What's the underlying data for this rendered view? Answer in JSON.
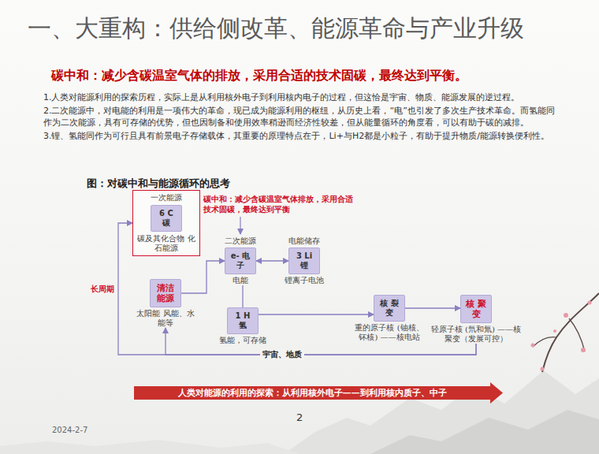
{
  "diagram": {
    "title": "一、大重构：供给侧改革、能源革命与产业升级",
    "caption": "图：对碳中和与能源循环的思考",
    "nodes": [
      {
        "text": [
          "一次能源",
          "碳及其化合物 化石能源"
        ]
      },
      {
        "text": [
          "6 C 碳"
        ],
        "in": 0
      },
      {
        "text": [
          "二次能源",
          "e- 电子",
          "电能"
        ]
      },
      {
        "text": [
          "电能储存",
          "3 Li 锂",
          "锂离子电池"
        ]
      },
      {
        "text": [
          "1 H 氢",
          "氢能，可存储"
        ]
      },
      {
        "text": [
          "清洁 能源",
          "太阳能 风能、水能等"
        ]
      },
      {
        "text": [
          "核 裂变",
          "重的原子核 (铀核、钚核) ——核电站"
        ]
      },
      {
        "text": [
          "核 聚变",
          "轻原子核 (氘和氚) ——核聚变（发展可控）"
        ]
      },
      {
        "text": [
          "人类对能源的利用的探索：从利用核外电子——到利用核内质子、中子"
        ]
      }
    ],
    "edges": [
      {
        "from": 5,
        "to": 2,
        "arrow": "to"
      },
      {
        "from": 2,
        "to": 3,
        "arrow": "both"
      },
      {
        "from": 2,
        "to": 4,
        "arrow": "none"
      },
      {
        "from": 4,
        "to": 6,
        "arrow": "to"
      },
      {
        "from": 6,
        "to": 7,
        "arrow": "to"
      },
      {
        "from": 7,
        "to": 5,
        "arrow": "to"
      },
      {
        "from": 7,
        "to": 0,
        "arrow": "to",
        "label": "长周期"
      }
    ],
    "labels": [
      "碳中和：减少含碳温室气体的排放，采用合适的技术固碳，最终达到平衡。",
      "1.人类对能源利用的探索历程，实际上是从利用核外电子到利用核内电子的过程，但这恰是宇宙、物质、能源发展的逆过程。",
      "2.二次能源中，对电能的利用是一项伟大的革命，现已成为能源利用的枢纽，从历史上看，“电”也引发了多次生产技术革命。而氢能同作为二次能源，具有可存储的优势，但也因制备和使用效率稍逊而经济性较差，但从能量循环的角度看，可以有助于碳的减排。",
      "3.锂、氢能同作为可行且具有前景电子存储载体，其重要的原理特点在于，Li+与H2都是小粒子，有助于提升物质/能源转换便利性。",
      "碳中和：减少含碳温室气体排放，采用合适技术固碳，最终达到平衡",
      "宇宙、地质",
      "2024-2-7",
      "2"
    ]
  }
}
